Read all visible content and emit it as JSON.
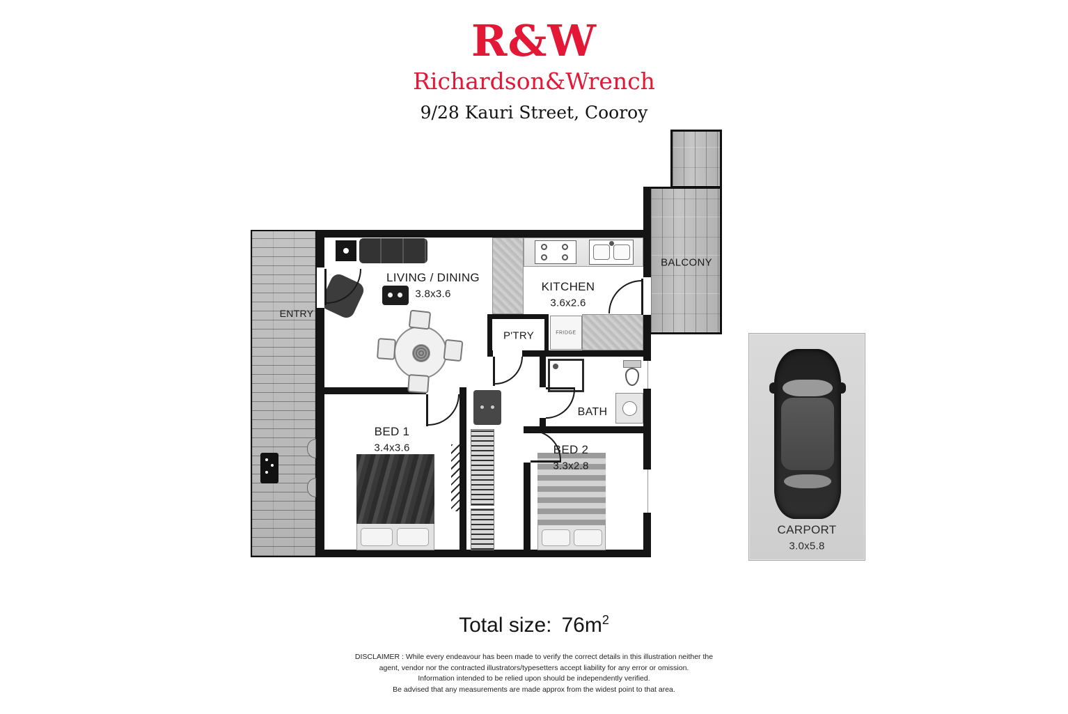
{
  "header": {
    "logo": "R&W",
    "brand": "Richardson&Wrench",
    "address": "9/28 Kauri Street, Cooroy"
  },
  "plan": {
    "balcony": "BALCONY",
    "entry": "ENTRY",
    "living": {
      "label": "LIVING / DINING",
      "dims": "3.8x3.6"
    },
    "kitchen": {
      "label": "KITCHEN",
      "dims": "3.6x2.6"
    },
    "pantry": "P'TRY",
    "fridge": "FRIDGE",
    "bath": "BATH",
    "bed1": {
      "label": "BED 1",
      "dims": "3.4x3.6"
    },
    "bed2": {
      "label": "BED 2",
      "dims": "3.3x2.8"
    },
    "carport": {
      "label": "CARPORT",
      "dims": "3.0x5.8"
    }
  },
  "footer": {
    "total_label": "Total size:",
    "total_value": "76m",
    "total_sup": "2",
    "disclaimer": [
      "DISCLAIMER : While every endeavour has been made to verify the correct details in this illustration neither the",
      "agent, vendor nor the contracted illustrators/typesetters accept liability for any error or omission.",
      "Information intended to be relied upon should be independently verified.",
      "Be advised that any measurements are made approx from the widest point to that area."
    ]
  },
  "colors": {
    "brand_red": "#e31837"
  }
}
